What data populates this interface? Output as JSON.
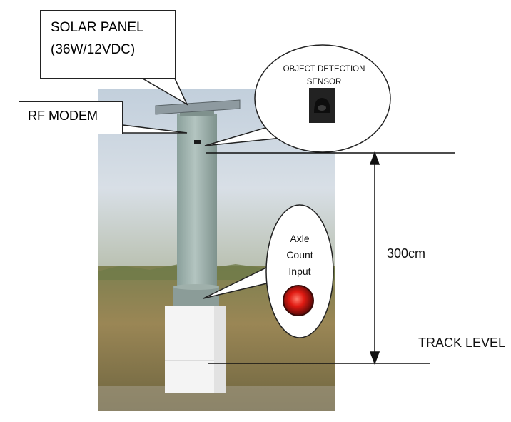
{
  "labels": {
    "solar_panel_line1": "SOLAR PANEL",
    "solar_panel_line2": "(36W/12VDC)",
    "rf_modem": "RF MODEM",
    "object_detection_line1": "OBJECT DETECTION",
    "object_detection_line2": "SENSOR",
    "axle_line1": "Axle",
    "axle_line2": "Count",
    "axle_line3": "Input",
    "height": "300cm",
    "track_level": "TRACK LEVEL"
  },
  "colors": {
    "pole": "#9fb3ae",
    "sky": "#c9d6e2",
    "ground": "#8a7a4a",
    "base": "#f2f2f2",
    "indicator": "#d01818",
    "sensor": "#1a1a1a"
  }
}
